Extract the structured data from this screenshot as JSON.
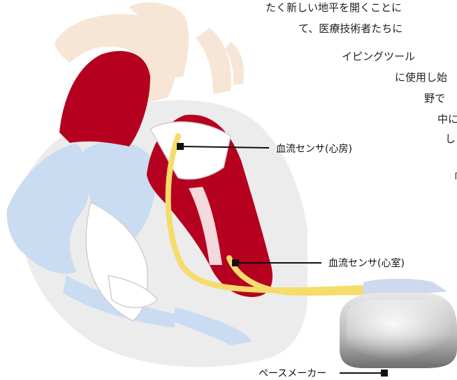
{
  "background_text": {
    "lines": [
      "たく新しい地平を開くことに",
      "て、医療技術者たちに",
      "イピングツール",
      "に使用し始",
      "野で",
      "中に",
      "し",
      "「"
    ]
  },
  "labels": {
    "atrium_sensor": "血流センサ(心房)",
    "ventricle_sensor": "血流センサ(心室)",
    "pacemaker": "ペースメーカー"
  },
  "colors": {
    "muscle": "#b5001f",
    "vessel_blue": "#c9dcf2",
    "aorta_beige": "#f7e6d6",
    "lead_yellow": "#f5dc6b",
    "heart_shadow": "#eeeeee"
  }
}
